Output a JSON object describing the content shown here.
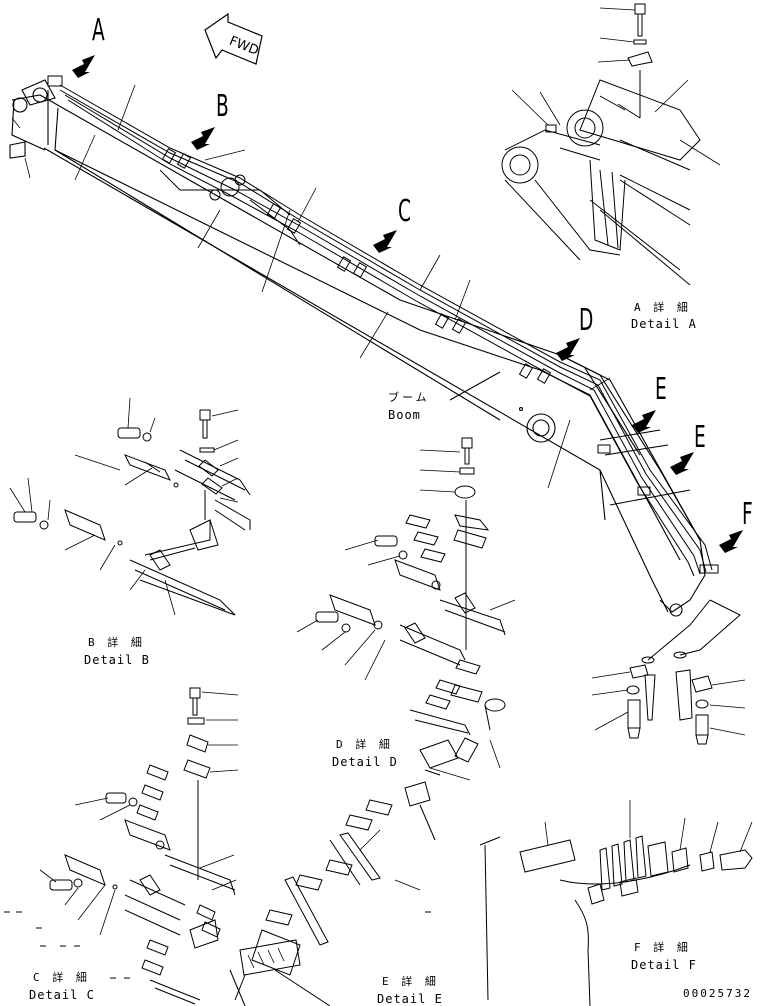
{
  "view_markers": {
    "a": "A",
    "b": "B",
    "c": "C",
    "d": "D",
    "e1": "E",
    "e2": "E",
    "f": "F"
  },
  "direction_indicator": "FWD",
  "part_label": {
    "jp": "ブーム",
    "en": "Boom"
  },
  "details": [
    {
      "jp": "A 詳 細",
      "en": "Detail A"
    },
    {
      "jp": "B 詳 細",
      "en": "Detail B"
    },
    {
      "jp": "C 詳 細",
      "en": "Detail C"
    },
    {
      "jp": "D 詳 細",
      "en": "Detail D"
    },
    {
      "jp": "E 詳 細",
      "en": "Detail E"
    },
    {
      "jp": "F 詳 細",
      "en": "Detail F"
    }
  ],
  "drawing_number": "00025732",
  "colors": {
    "line": "#000000",
    "background": "#ffffff"
  }
}
